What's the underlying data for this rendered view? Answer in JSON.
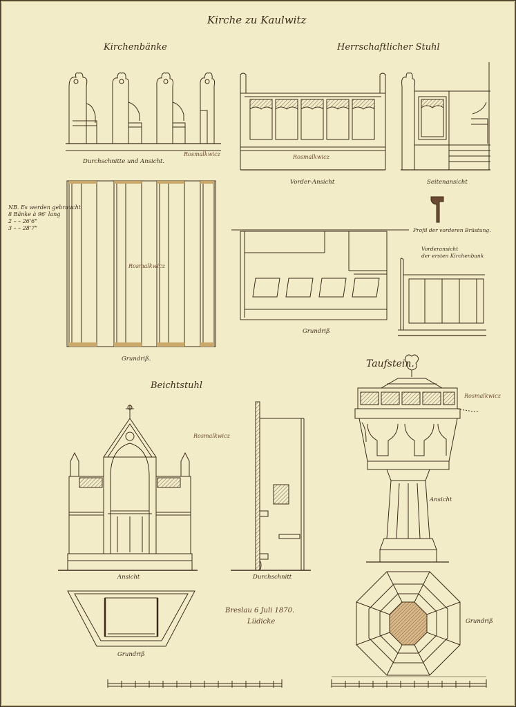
{
  "sheet": {
    "title": "Kirche zu Kaulwitz",
    "paper_color": "#f3ecc9",
    "ink_color": "#3b2a1a"
  },
  "sections": {
    "pews": {
      "heading": "Kirchenbänke",
      "caption_section": "Durchschnitte und Ansicht.",
      "caption_plan": "Grundriß.",
      "note": "NB. Es werden gebraucht\n8 Bänke à 96' lang\n2 – – 26'6\"\n3 – – 28'7\""
    },
    "stall": {
      "heading": "Herrschaftlicher Stuhl",
      "caption_front": "Vorder-Ansicht",
      "caption_side": "Seitenansicht",
      "caption_profile": "Profil der vorderen Brüstung.",
      "caption_bench_front": "Vorderansicht\nder ersten Kirchenbank",
      "caption_plan": "Grundriß"
    },
    "confessional": {
      "heading": "Beichtstuhl",
      "caption_view": "Ansicht",
      "caption_section": "Durchschnitt",
      "caption_plan": "Grundriß"
    },
    "font": {
      "heading": "Taufstein.",
      "caption_view": "Ansicht",
      "caption_plan": "Grundriß"
    }
  },
  "signature": {
    "place_date": "Breslau 6 Juli 1870.",
    "name": "Lüdicke"
  },
  "review_marks": [
    "Rosmalkwicz",
    "Rosmalkwicz",
    "Rosmalkwicz",
    "Rosmalkwicz",
    "Rosmalkwicz"
  ]
}
